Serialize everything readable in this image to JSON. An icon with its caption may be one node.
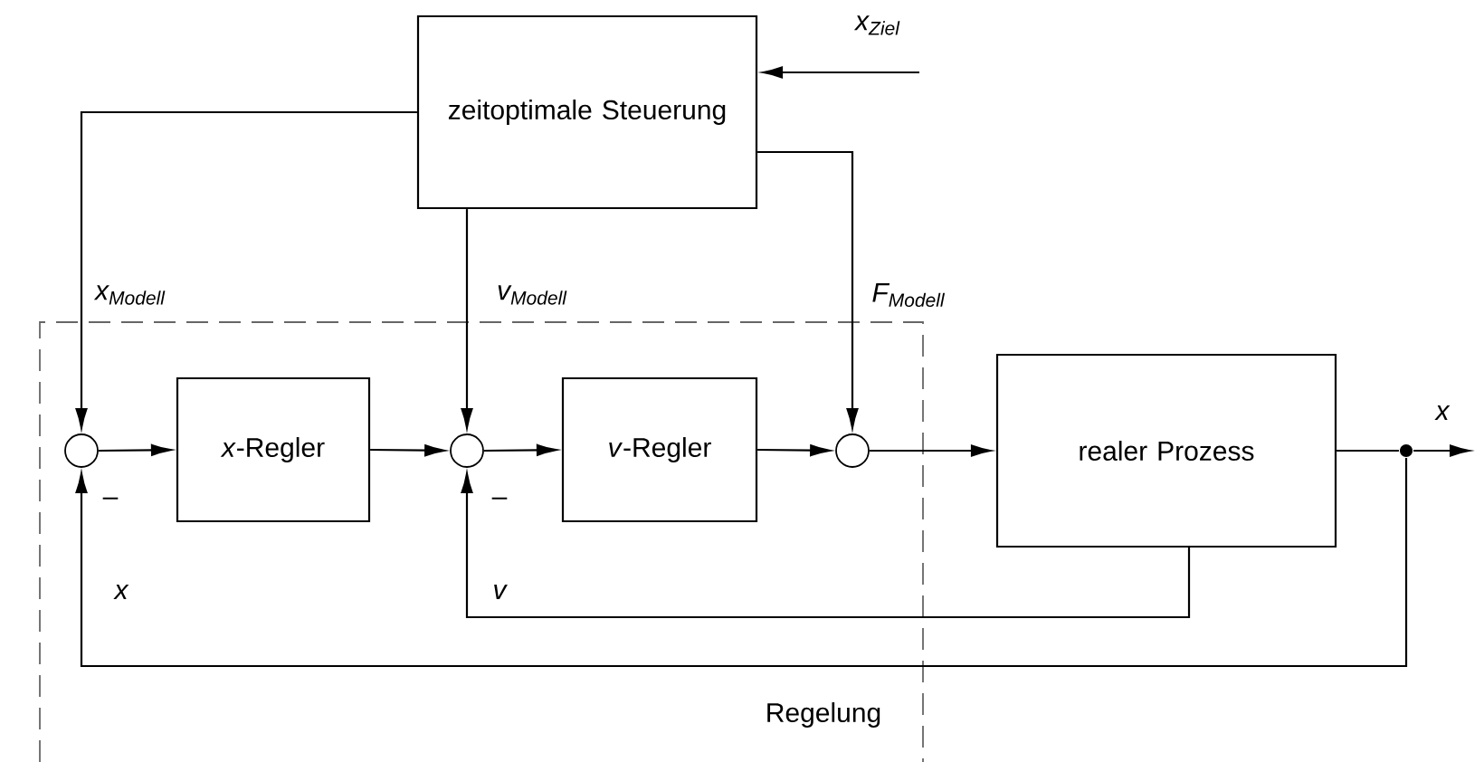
{
  "diagram": {
    "nodes": [
      {
        "text": [
          "zeitoptimale Steuerung"
        ]
      },
      {
        "text": [
          "Regelung"
        ]
      },
      {
        "text": [],
        "shape": "circle",
        "in": 1
      },
      {
        "text": [
          "*x*-Regler"
        ],
        "in": 1
      },
      {
        "text": [],
        "shape": "circle",
        "in": 1
      },
      {
        "text": [
          "*v*-Regler"
        ],
        "in": 1
      },
      {
        "text": [],
        "shape": "circle",
        "in": 1
      },
      {
        "text": [
          "realer Prozess"
        ]
      },
      {
        "text": [],
        "shape": "dot"
      }
    ],
    "edges": [
      {
        "from": null,
        "to": 0,
        "arrow": "to",
        "label": "x$_{Ziel}$"
      },
      {
        "from": 0,
        "to": 2,
        "arrow": "to",
        "label": "x$_{Modell}$"
      },
      {
        "from": 0,
        "to": 4,
        "arrow": "to",
        "label": "v$_{Modell}$"
      },
      {
        "from": 0,
        "to": 6,
        "arrow": "to",
        "label": "F$_{Modell}$"
      },
      {
        "from": 2,
        "to": 3,
        "arrow": "to"
      },
      {
        "from": 3,
        "to": 4,
        "arrow": "to"
      },
      {
        "from": 4,
        "to": 5,
        "arrow": "to"
      },
      {
        "from": 5,
        "to": 6,
        "arrow": "to"
      },
      {
        "from": 6,
        "to": 7,
        "arrow": "to"
      },
      {
        "from": 7,
        "to": 8,
        "arrow": "none"
      },
      {
        "from": 8,
        "to": null,
        "arrow": "to",
        "label": "x"
      },
      {
        "from": 7,
        "to": 4,
        "arrow": "to",
        "label": "v"
      },
      {
        "from": 8,
        "to": 2,
        "arrow": "to",
        "label": "x"
      }
    ],
    "labels": [
      "–",
      "–"
    ]
  }
}
